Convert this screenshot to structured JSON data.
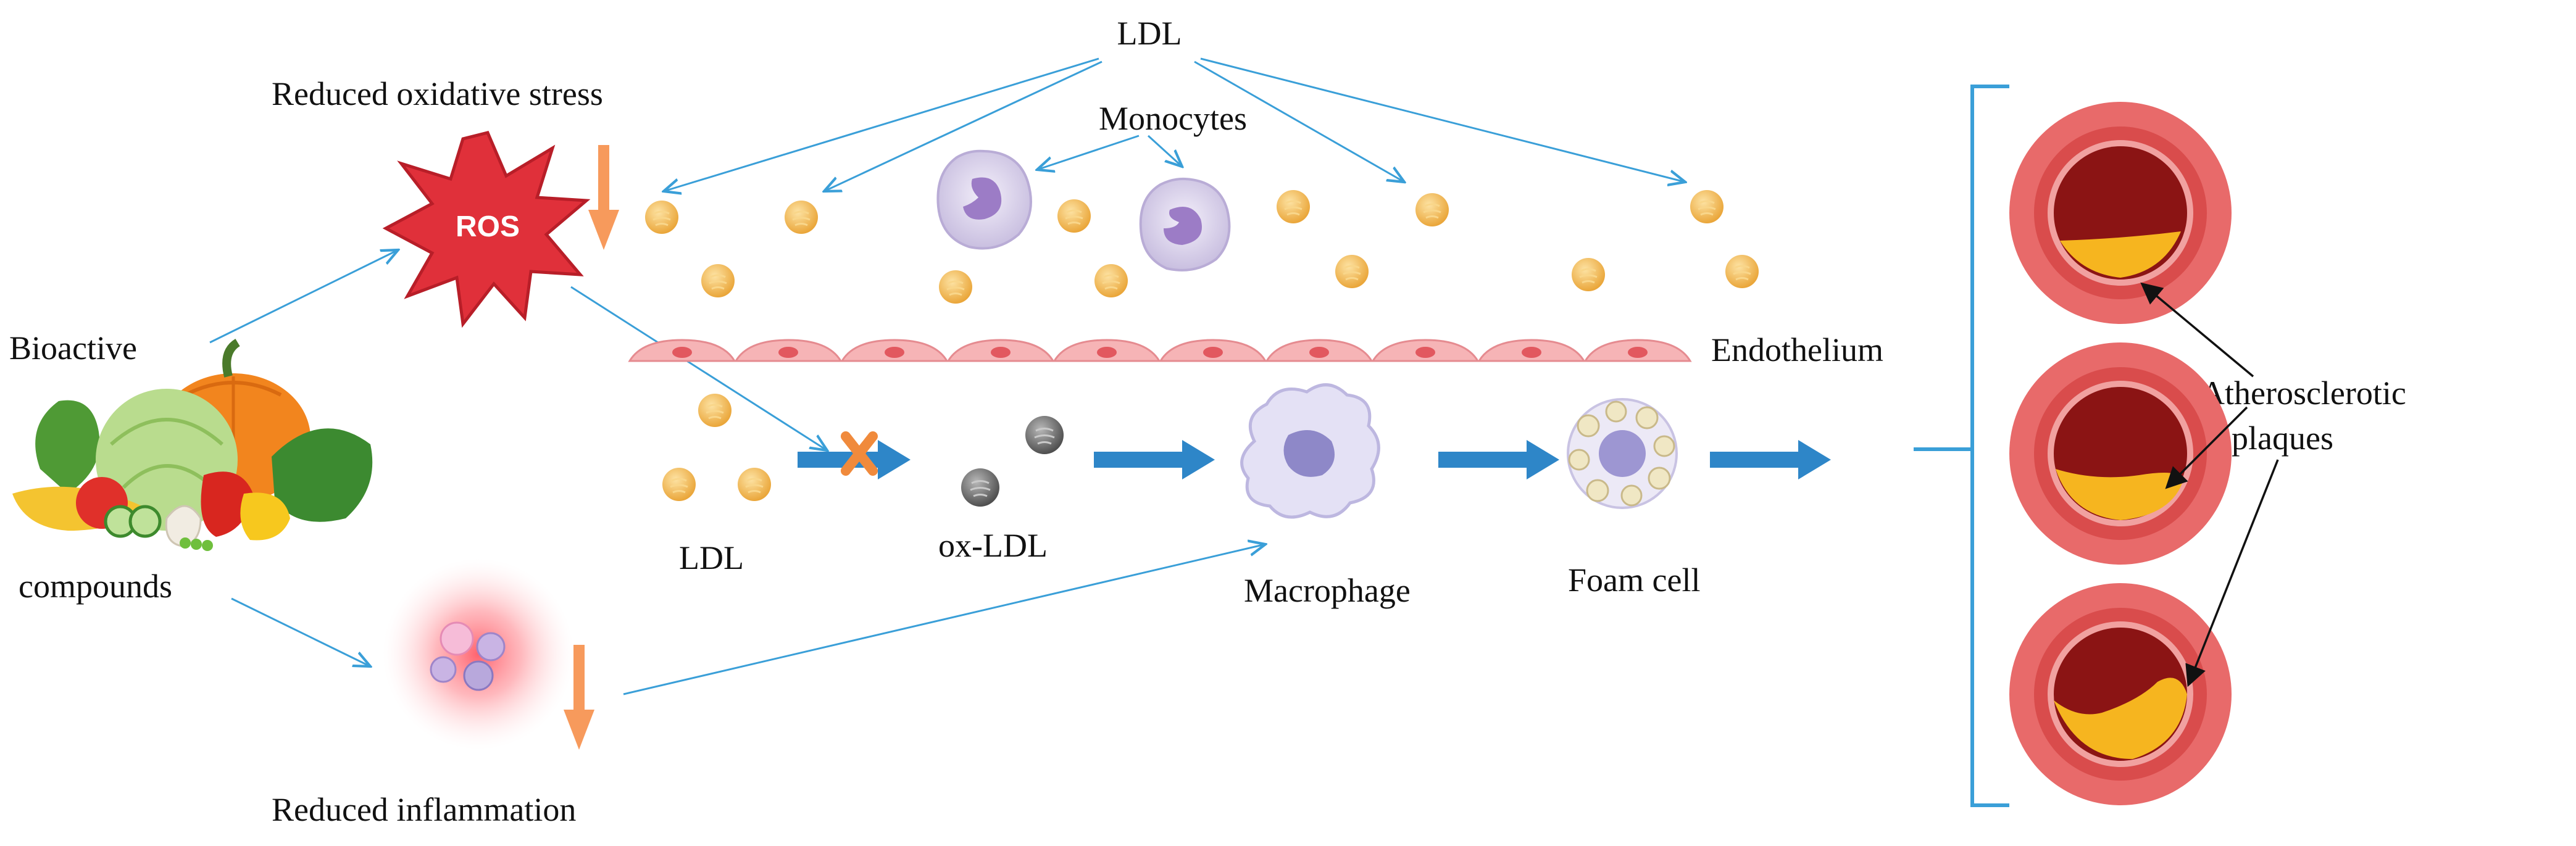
{
  "labels": {
    "ldl_top": "LDL",
    "reduced_oxidative_stress": "Reduced oxidative stress",
    "ros": "ROS",
    "monocytes": "Monocytes",
    "bioactive": "Bioactive",
    "compounds": "compounds",
    "endothelium": "Endothelium",
    "ldl_bottom": "LDL",
    "ox_ldl": "ox-LDL",
    "macrophage": "Macrophage",
    "foam_cell": "Foam cell",
    "atherosclerotic": "Atherosclerotic",
    "plaques": "plaques",
    "reduced_inflammation": "Reduced inflammation"
  },
  "colors": {
    "connector": "#3a9fd8",
    "flow_arrow": "#2e86c8",
    "decrease_arrow": "#f79a5c",
    "ros_star": "#e0303a",
    "ldl_particle": "#f2b84b",
    "ox_ldl_particle": "#6e6e6e",
    "endothelium": "#f4a5a8",
    "vessel_wall": "#e86a6a",
    "lumen": "#8b1414",
    "plaque": "#f6b51f",
    "bracket": "#3a9fd8",
    "block_x": "#f08a3c"
  },
  "icons": {
    "ros": "ros-starburst-icon",
    "inflammation": "inflammation-cells-icon",
    "vegetables": "vegetables-icon",
    "monocyte": "monocyte-cell-icon",
    "macrophage": "macrophage-cell-icon",
    "foam_cell": "foam-cell-icon",
    "block": "block-x-icon"
  }
}
